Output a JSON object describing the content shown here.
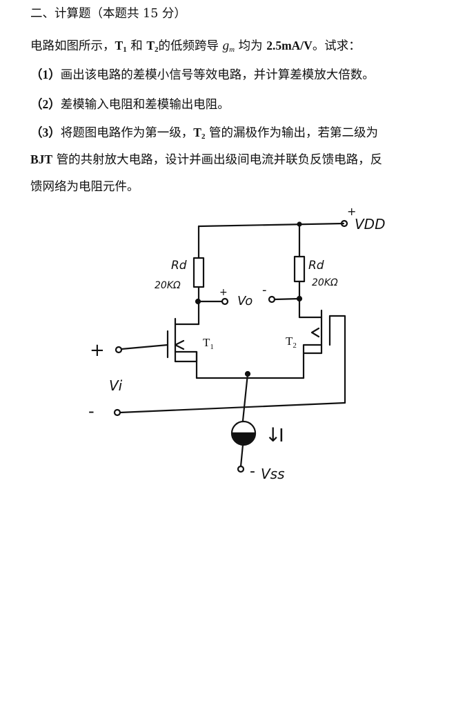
{
  "section": {
    "heading": "二、计算题（本题共 15 分）"
  },
  "intro": {
    "text1": "电路如图所示，",
    "t1": "T",
    "t1_sub": "1",
    "and": "和",
    "t2": "T",
    "t2_sub": "2",
    "text2": "的低频跨导",
    "gm": "g",
    "gm_sub": "m",
    "text3": "均为",
    "value": "2.5mA/V",
    "text4": "。试求："
  },
  "questions": {
    "q1": {
      "num": "（1）",
      "text": "画出该电路的差模小信号等效电路，并计算差模放大倍数。"
    },
    "q2": {
      "num": "（2）",
      "text": "差模输入电阻和差模输出电阻。"
    },
    "q3": {
      "num": "（3）",
      "text_a": "将题图电路作为第一级，",
      "t2": "T",
      "t2_sub": "2",
      "text_b": "管的漏极作为输出，若第二级为",
      "line2_bjt": "BJT",
      "line2_text": "管的共射放大电路，设计并画出级间电流并联负反馈电路，反",
      "line3_text": "馈网络为电阻元件。"
    }
  },
  "circuit": {
    "vdd_plus": "+",
    "vdd_label": "VDD",
    "rd_left_label": "Rd",
    "rd_left_value": "20KΩ",
    "rd_right_label": "Rd",
    "rd_right_value": "20KΩ",
    "vo_plus": "+",
    "vo_label": "Vo",
    "vo_minus": "-",
    "t1_label": "T",
    "t1_sub": "1",
    "t2_label": "T",
    "t2_sub": "2",
    "input_plus": "+",
    "input_minus": "-",
    "vi_label": "Vi",
    "current_arrow": "↓",
    "current_label": "I",
    "vss_minus": "-",
    "vss_label": "Vss"
  }
}
